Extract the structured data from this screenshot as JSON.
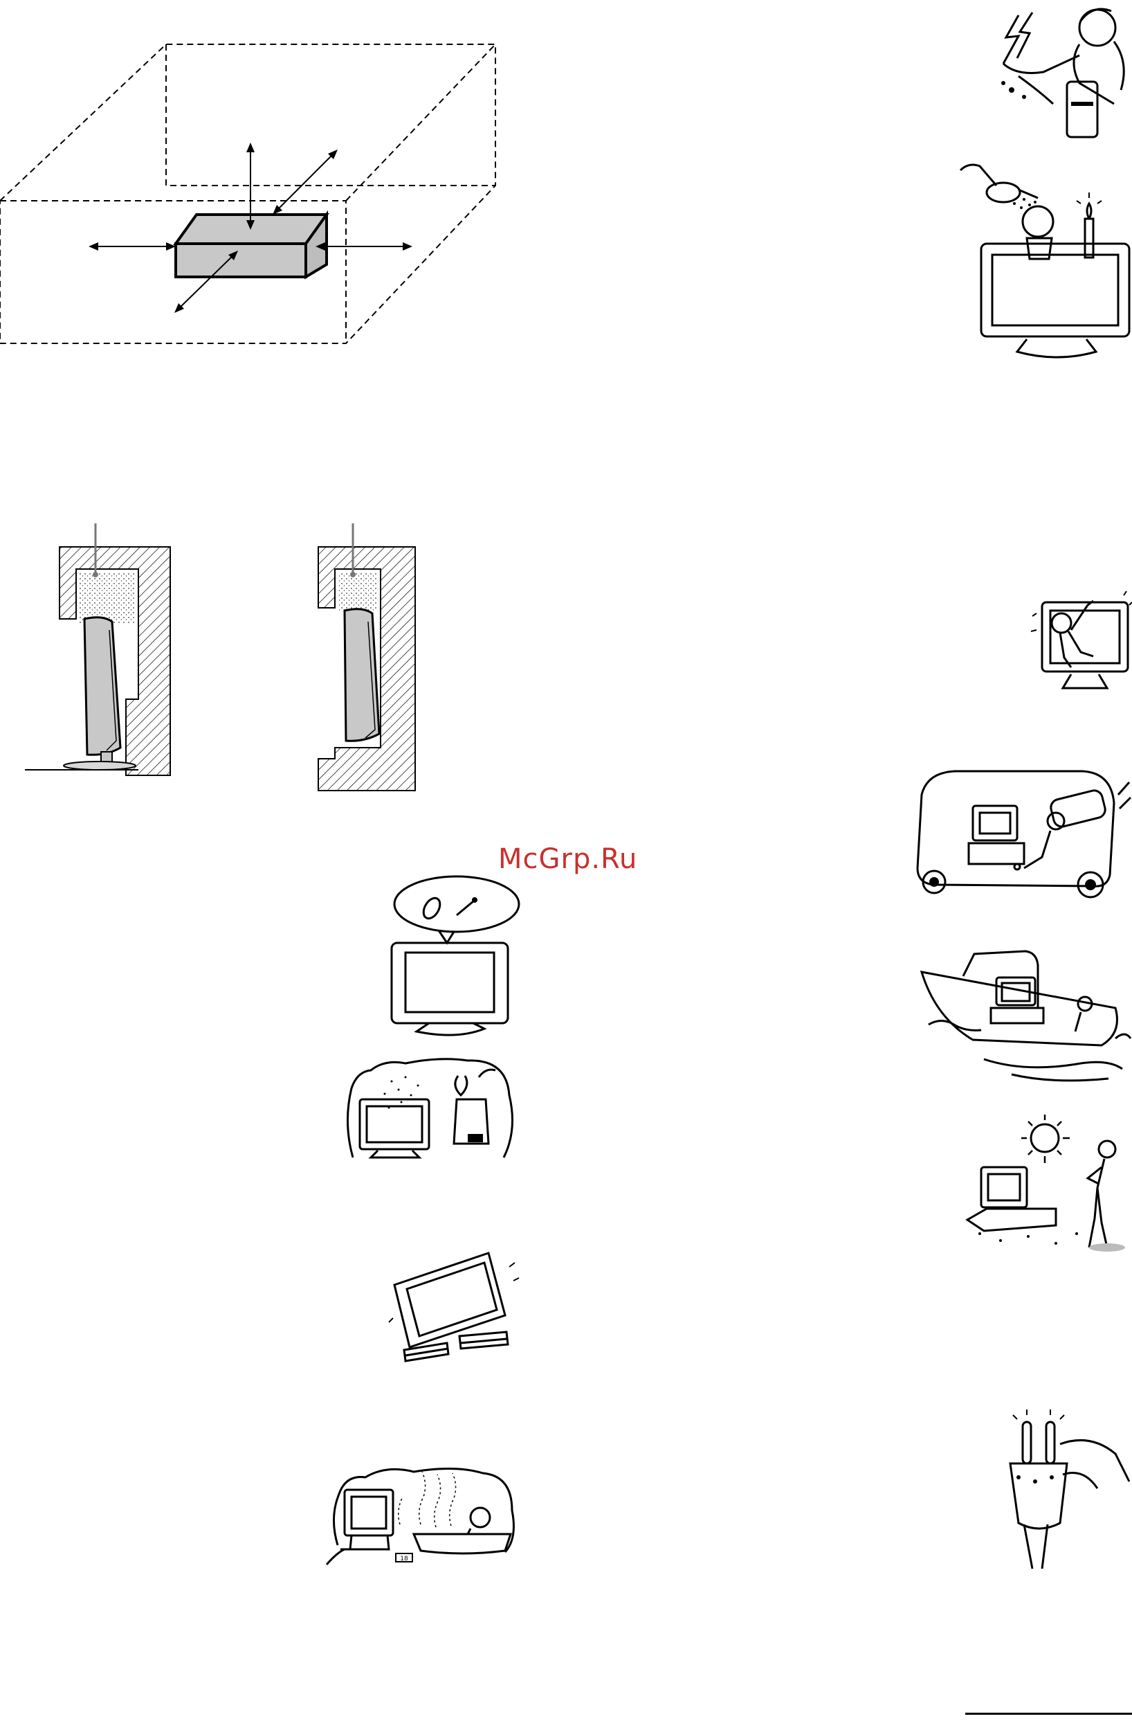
{
  "page": {
    "watermark": "McGrp.Ru",
    "watermark_color": "#c9302c",
    "tub_tag": "18"
  },
  "figures": [
    "ventilation-clearance-diagram",
    "wall-mount-air-circulation-diagrams",
    "wet-hands-plug-hazard",
    "water-and-candle-on-tv-hazard",
    "child-climbing-tv-hazard",
    "vehicle-installation-hazard",
    "boat-installation-hazard",
    "direct-sunlight-hazard",
    "plug-cleaning",
    "foreign-objects-hazard",
    "steam-and-smoke-hazard",
    "unstable-surface-hazard",
    "bathroom-humidity-hazard"
  ]
}
